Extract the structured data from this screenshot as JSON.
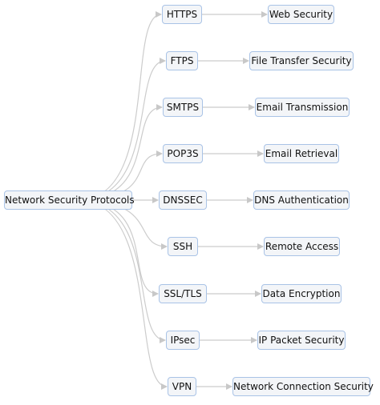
{
  "root": {
    "label": "Network Security Protocols"
  },
  "protocols": [
    {
      "name": "HTTPS",
      "purpose": "Web Security"
    },
    {
      "name": "FTPS",
      "purpose": "File Transfer Security"
    },
    {
      "name": "SMTPS",
      "purpose": "Email Transmission"
    },
    {
      "name": "POP3S",
      "purpose": "Email Retrieval"
    },
    {
      "name": "DNSSEC",
      "purpose": "DNS Authentication"
    },
    {
      "name": "SSH",
      "purpose": "Remote Access"
    },
    {
      "name": "SSL/TLS",
      "purpose": "Data Encryption"
    },
    {
      "name": "IPsec",
      "purpose": "IP Packet Security"
    },
    {
      "name": "VPN",
      "purpose": "Network Connection Security"
    }
  ],
  "colors": {
    "node_border": "#a9c3e6",
    "node_fill": "#f3f5f8",
    "edge": "#cccccc",
    "text": "#111111"
  }
}
